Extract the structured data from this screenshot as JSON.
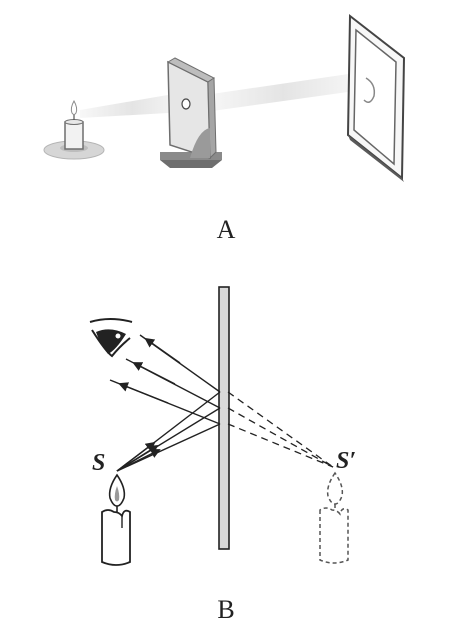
{
  "figure_a": {
    "caption": "A"
  },
  "figure_b": {
    "caption": "B",
    "source_label": "S",
    "image_label": "S′"
  },
  "colors": {
    "ink": "#222222",
    "light_gray": "#d6d6d6",
    "mid_gray": "#b5b5b5",
    "dark_gray": "#6e6e6e"
  },
  "icons": [
    "candle-icon",
    "glass-plate-icon",
    "screen-icon",
    "eye-icon",
    "mirror-icon",
    "virtual-candle-icon"
  ]
}
